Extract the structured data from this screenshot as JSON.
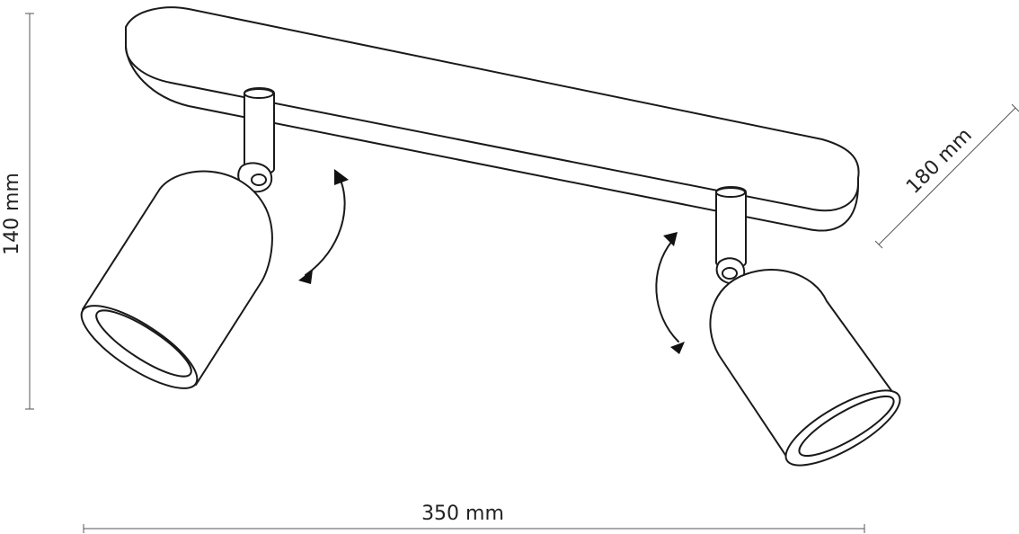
{
  "dimensions": {
    "width_label": "350 mm",
    "height_label": "140 mm",
    "depth_label": "180 mm"
  },
  "colors": {
    "line": "#1a1a1a",
    "dimension_line": "#555555",
    "background": "#ffffff"
  },
  "icons": [
    "rotation-arrow-icon"
  ]
}
